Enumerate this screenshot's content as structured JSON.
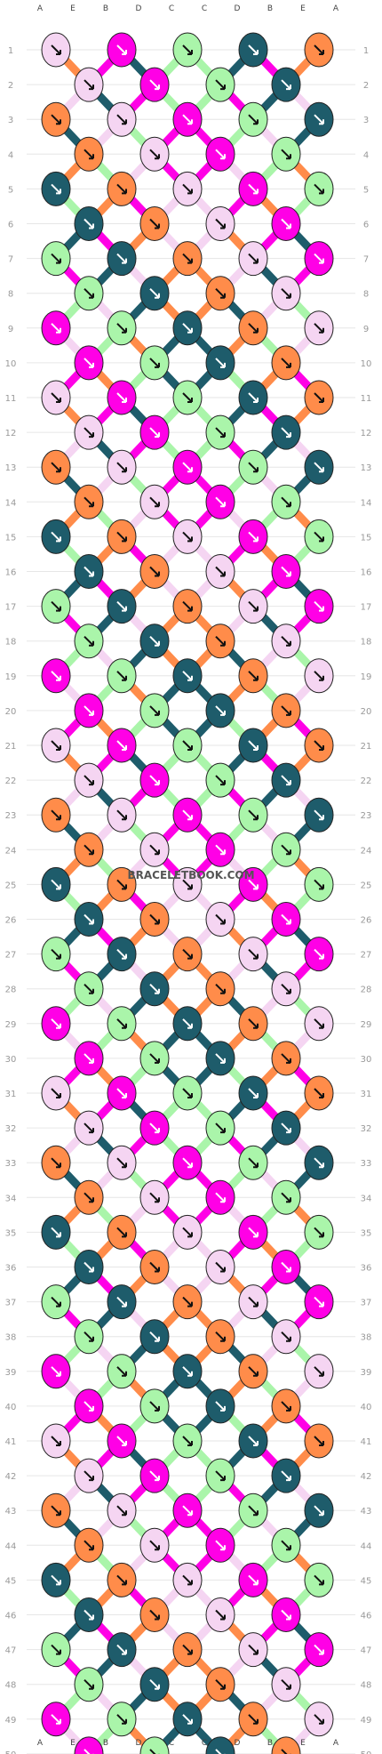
{
  "watermark": "BRACELETBOOK.COM",
  "palette": {
    "A": "#f5d5f2",
    "B": "#ff00e6",
    "C": "#aaf5aa",
    "D": "#1e5c6b",
    "E": "#ff8c4a"
  },
  "strand_order": [
    "A",
    "E",
    "B",
    "D",
    "C",
    "C",
    "D",
    "B",
    "E",
    "A"
  ],
  "row_count": 50,
  "row_numbers": [
    "1",
    "2",
    "3",
    "4",
    "5",
    "6",
    "7",
    "8",
    "9",
    "10",
    "11",
    "12",
    "13",
    "14",
    "15",
    "16",
    "17",
    "18",
    "19",
    "20",
    "21",
    "22",
    "23",
    "24",
    "25",
    "26",
    "27",
    "28",
    "29",
    "30",
    "31",
    "32",
    "33",
    "34",
    "35",
    "36",
    "37",
    "38",
    "39",
    "40",
    "41",
    "42",
    "43",
    "44",
    "45",
    "46",
    "47",
    "48",
    "49",
    "50"
  ],
  "bottom_strand_order": [
    "A",
    "E",
    "B",
    "D",
    "C",
    "C",
    "D",
    "B",
    "E",
    "A"
  ],
  "knot_icon": "arrow-knot-icon"
}
